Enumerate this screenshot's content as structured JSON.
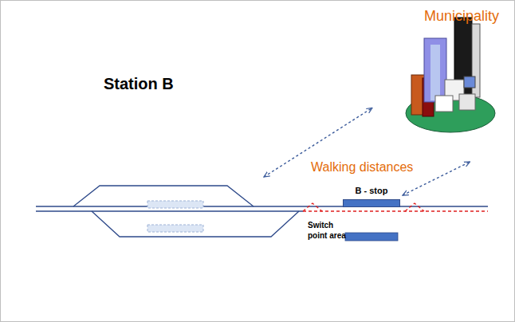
{
  "diagram": {
    "nodes": [
      {
        "text": [
          "Municipality"
        ]
      },
      {
        "text": [
          "Station B"
        ]
      },
      {
        "text": [
          "B - stop"
        ]
      }
    ],
    "edges": [
      {
        "from": 1,
        "to": 0,
        "arrow": "both"
      },
      {
        "from": 2,
        "to": 0,
        "arrow": "both"
      }
    ],
    "labels": [
      "Walking distances",
      "Switch point area"
    ]
  }
}
